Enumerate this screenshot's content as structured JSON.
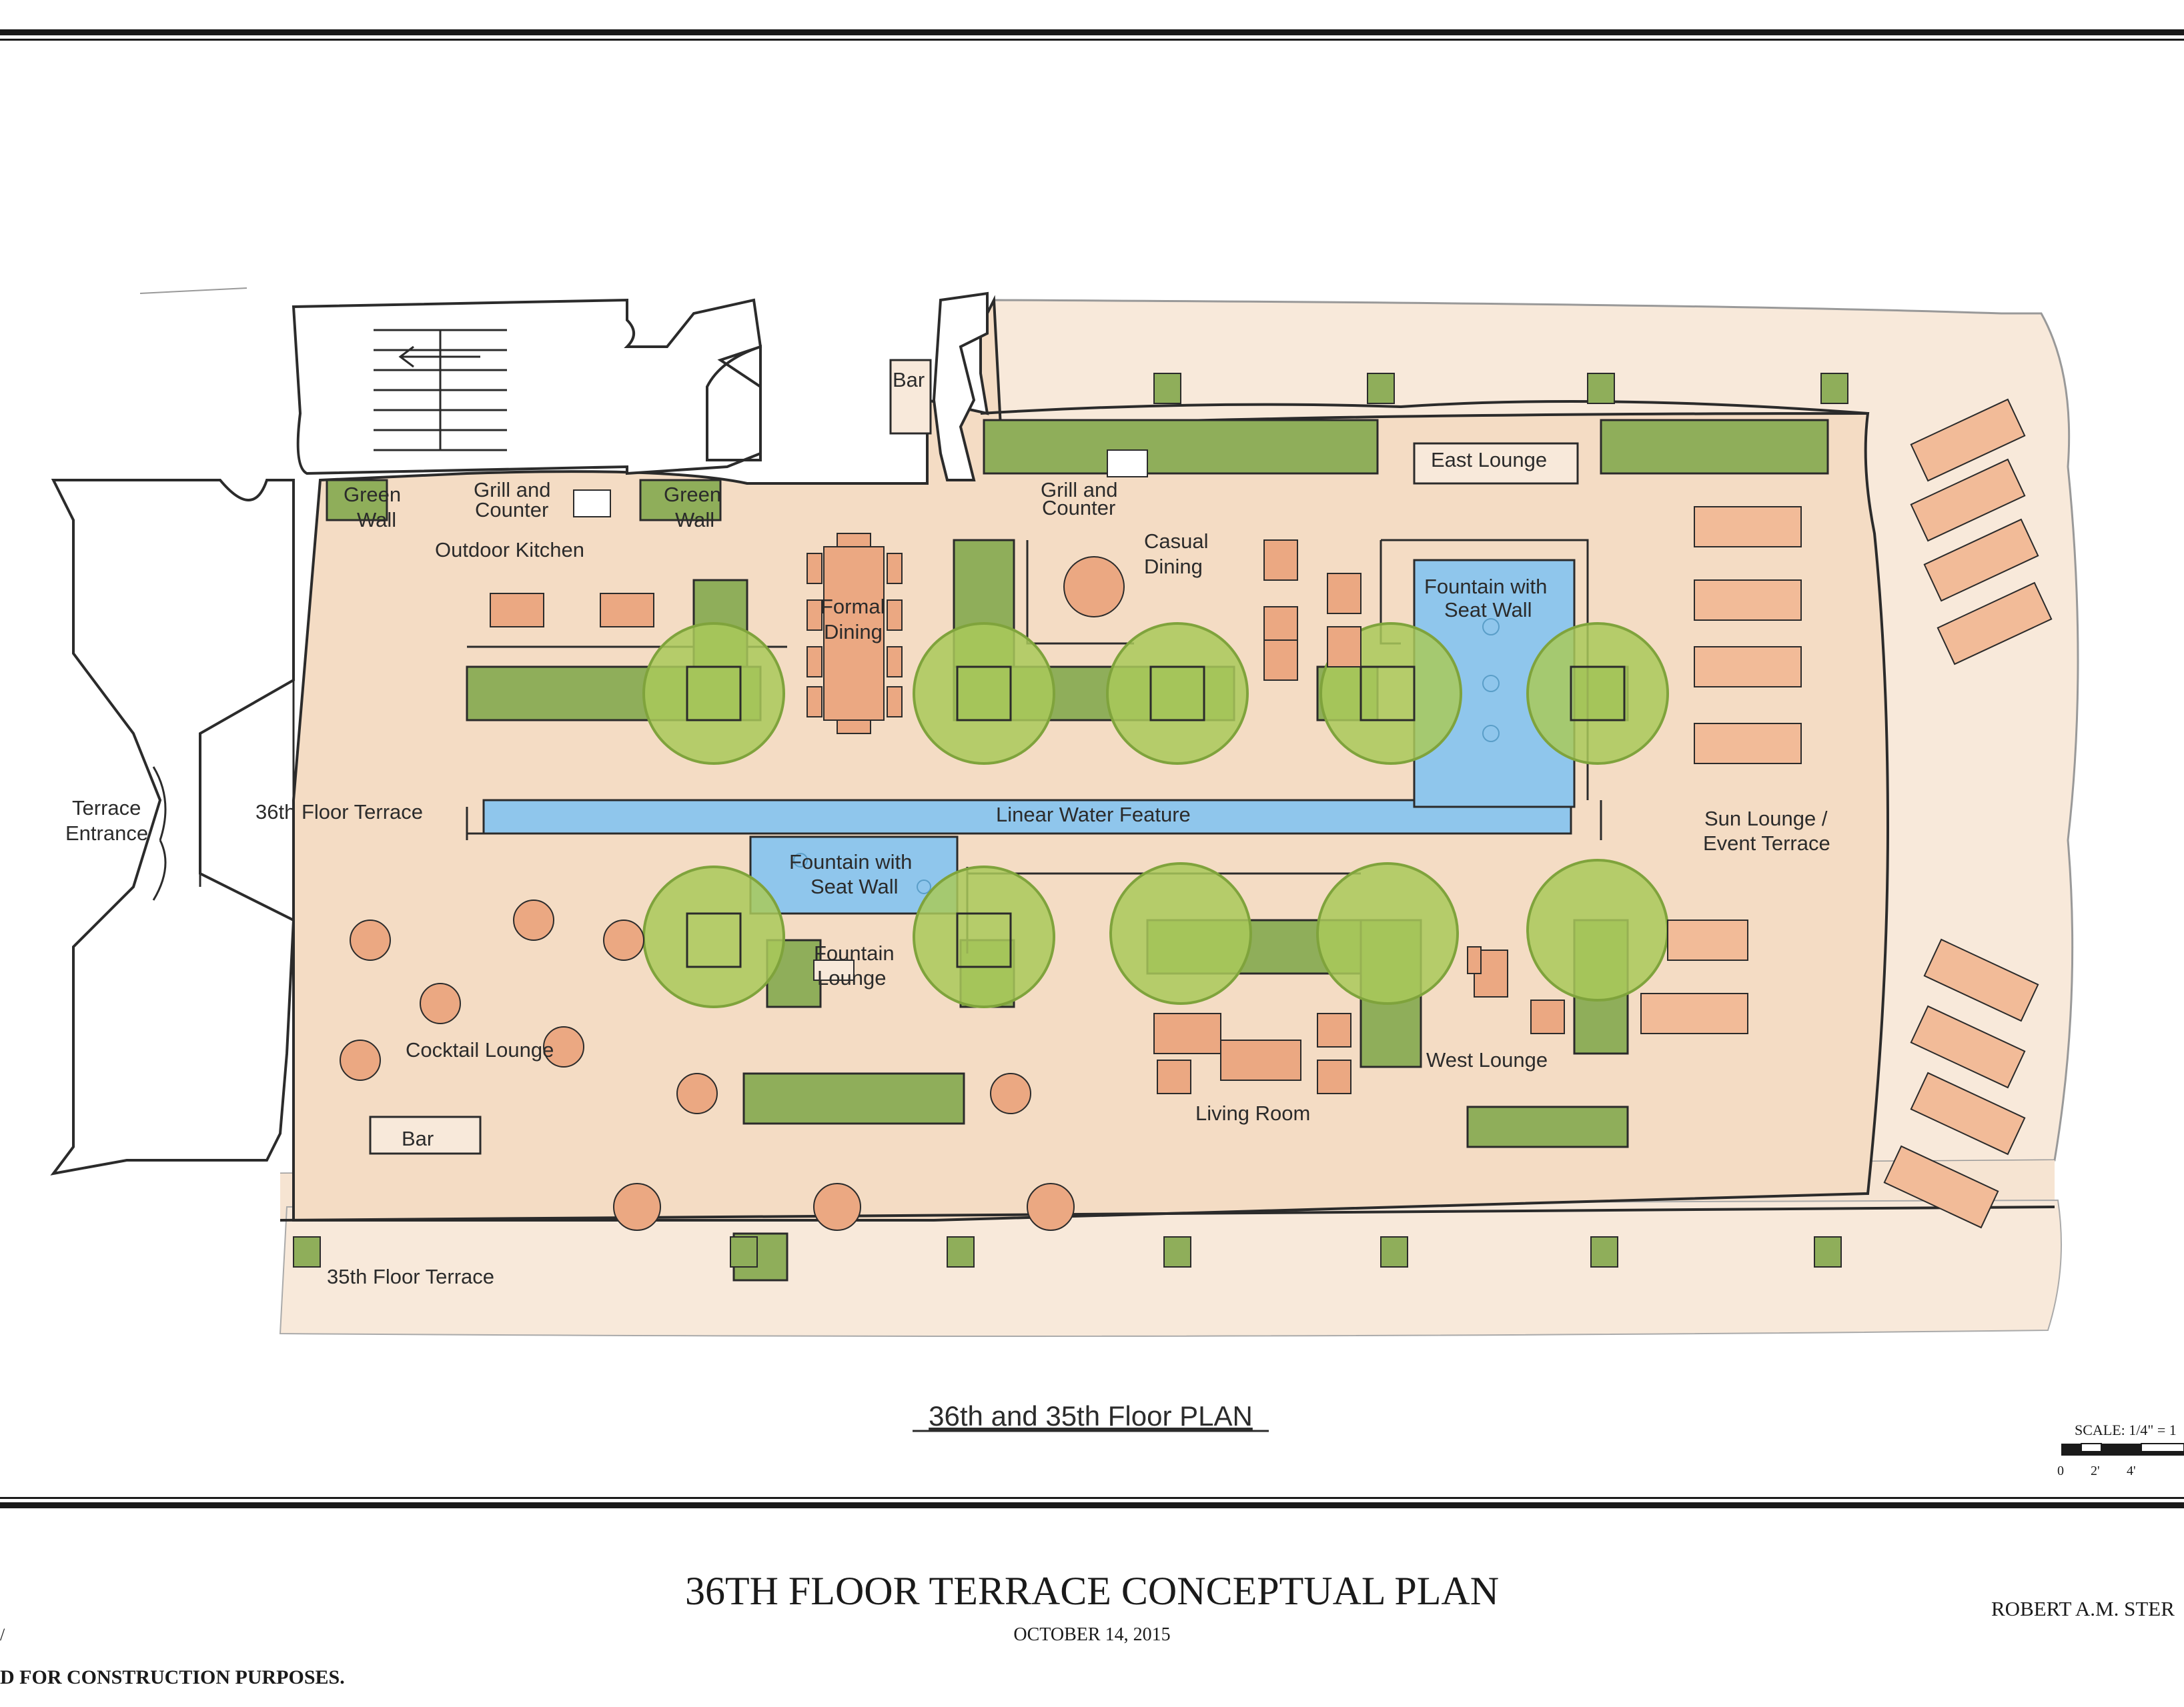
{
  "colors": {
    "terrace": "#f4dcc4",
    "terrace_light": "#f8e9da",
    "planter": "#8fae5a",
    "tree": "#a9c95a",
    "tree_dark": "#7fa33c",
    "water": "#8fc6ec",
    "furniture": "#eba882",
    "lounger": "#f2bb98",
    "ink": "#2b2b2b"
  },
  "labels": {
    "bar_top": "Bar",
    "green_wall_1": [
      "Green",
      "Wall"
    ],
    "grill_counter_1": [
      "Grill and",
      "Counter"
    ],
    "green_wall_2": [
      "Green",
      "Wall"
    ],
    "grill_counter_2": [
      "Grill and",
      "Counter"
    ],
    "outdoor_kitchen": "Outdoor Kitchen",
    "casual_dining": [
      "Casual",
      "Dining"
    ],
    "formal_dining": [
      "Formal",
      "Dining"
    ],
    "east_lounge": "East Lounge",
    "fountain_seat_wall_1": [
      "Fountain with",
      "Seat Wall"
    ],
    "terrace_entrance": [
      "Terrace",
      "Entrance"
    ],
    "floor36_terrace": "36th Floor Terrace",
    "linear_water_feature": "Linear Water Feature",
    "sun_lounge": [
      "Sun Lounge /",
      "Event Terrace"
    ],
    "fountain_seat_wall_2": [
      "Fountain with",
      "Seat Wall"
    ],
    "fountain_lounge": [
      "Fountain",
      "Lounge"
    ],
    "cocktail_lounge": "Cocktail Lounge",
    "west_lounge": "West Lounge",
    "living_room": "Living Room",
    "bar_bottom": "Bar",
    "floor35_terrace": "35th Floor  Terrace"
  },
  "plan_title": "36th and 35th Floor PLAN",
  "scale": {
    "label": "SCALE: 1/4\" = 1",
    "ticks": [
      "0",
      "2'",
      "4'"
    ]
  },
  "title_block": {
    "title": "36TH FLOOR TERRACE CONCEPTUAL PLAN",
    "date": "OCTOBER 14, 2015",
    "firm": "ROBERT A.M. STER",
    "disclaimer": "D FOR CONSTRUCTION PURPOSES.",
    "left_mark": "/"
  }
}
